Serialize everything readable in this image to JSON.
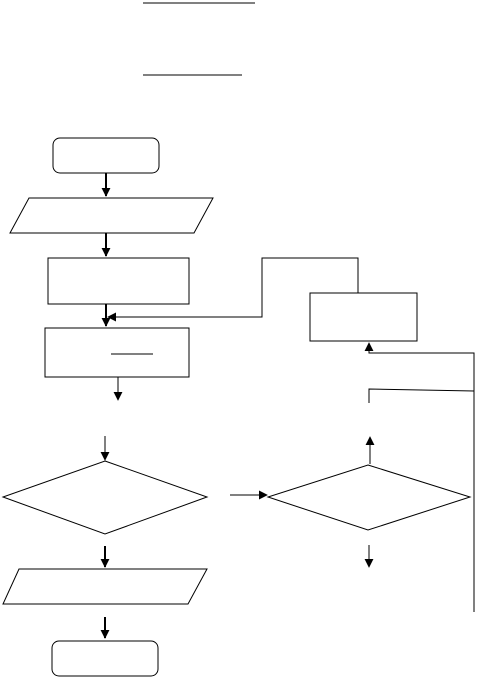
{
  "diagram": {
    "type": "flowchart",
    "colors": {
      "stroke": "#000000",
      "background": "#ffffff"
    },
    "nodes": [
      {
        "id": "start",
        "shape": "terminator"
      },
      {
        "id": "input",
        "shape": "parallelogram"
      },
      {
        "id": "process-1",
        "shape": "rectangle"
      },
      {
        "id": "process-2",
        "shape": "rectangle"
      },
      {
        "id": "decision-1",
        "shape": "diamond"
      },
      {
        "id": "output",
        "shape": "parallelogram"
      },
      {
        "id": "end",
        "shape": "terminator"
      },
      {
        "id": "process-3",
        "shape": "rectangle"
      },
      {
        "id": "decision-2",
        "shape": "diamond"
      }
    ],
    "connector_icon": "arrowhead-icon"
  }
}
